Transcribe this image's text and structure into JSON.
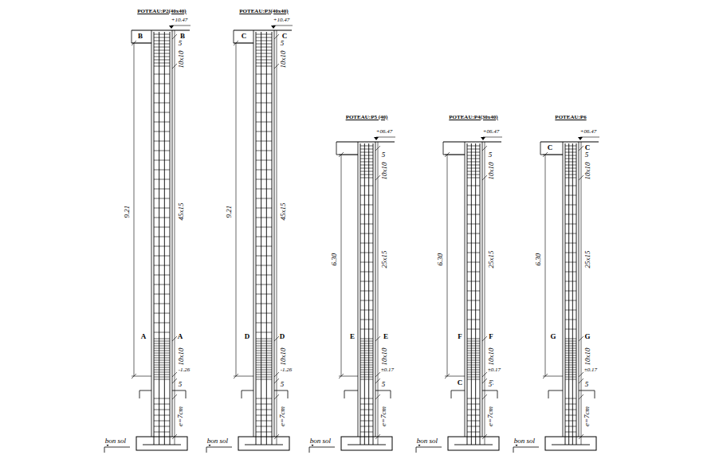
{
  "diagram": {
    "labels": [
      "POTEAU:P2(40x40)",
      "+10.47",
      "B",
      "B",
      "5",
      "10x10",
      "45x15",
      "9.21",
      "A",
      "A",
      "10x10",
      "-1.26",
      "5",
      "e=7cm",
      "bon sol",
      "POTEAU:P3(40x40)",
      "+10.47",
      "C",
      "C",
      "5",
      "10x10",
      "45x15",
      "9.21",
      "D",
      "D",
      "10x10",
      "-1.26",
      "5",
      "e=7cm",
      "bon sol",
      "POTEAU:P5 (40)",
      "+06.47",
      "5",
      "10x10",
      "25x15",
      "6.30",
      "E",
      "E",
      "10x10",
      "±0.17",
      "5",
      "e=7cm",
      "bon sol",
      "POTEAU:P4(30x40)",
      "+06.47",
      "5",
      "10x10",
      "25x15",
      "6.30",
      "F",
      "F",
      "10x10",
      "±0.17",
      "C",
      "C",
      "5",
      "e=7cm",
      "bon sol",
      "POTEAU:P6",
      "+06.47",
      "C",
      "C",
      "5",
      "10x10",
      "25x15",
      "6.30",
      "G",
      "G",
      "10x10",
      "±0.17",
      "5",
      "e=7cm",
      "bon sol"
    ]
  }
}
